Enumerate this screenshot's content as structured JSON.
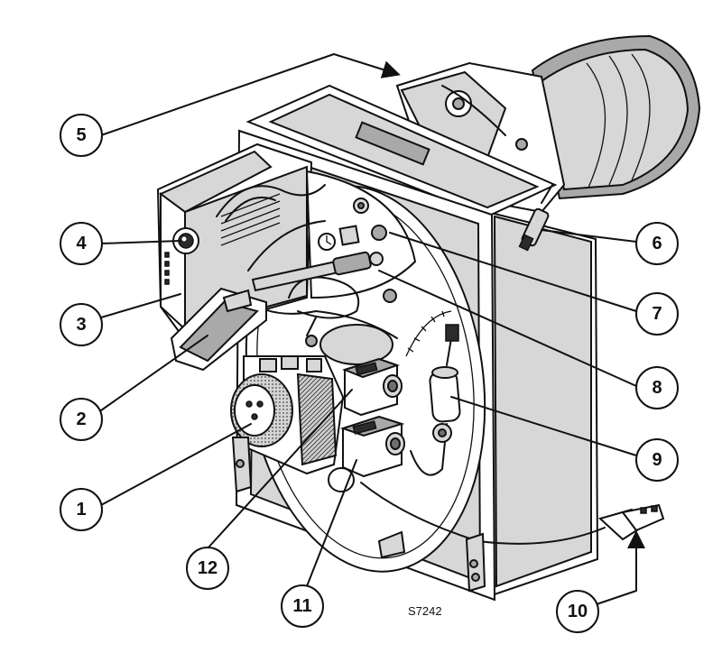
{
  "figure_code": "S7242",
  "callouts": [
    {
      "number": "1"
    },
    {
      "number": "2"
    },
    {
      "number": "3"
    },
    {
      "number": "4"
    },
    {
      "number": "5"
    },
    {
      "number": "6"
    },
    {
      "number": "7"
    },
    {
      "number": "8"
    },
    {
      "number": "9"
    },
    {
      "number": "10"
    },
    {
      "number": "11"
    },
    {
      "number": "12"
    }
  ]
}
